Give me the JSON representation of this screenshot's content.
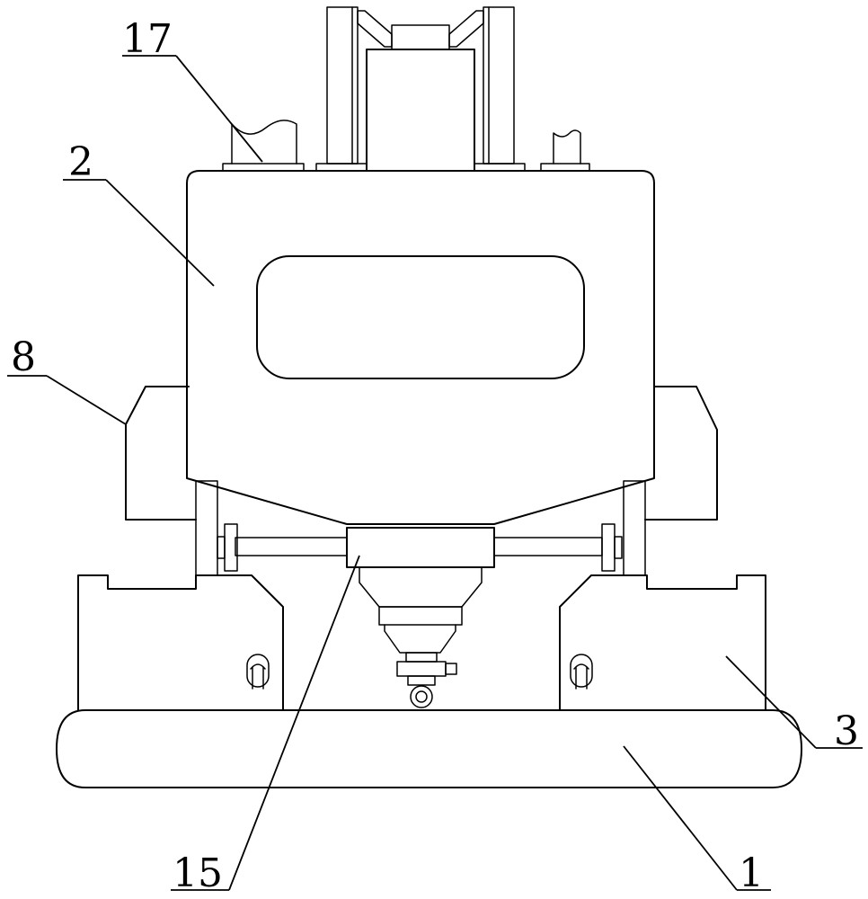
{
  "figure": {
    "callouts": [
      {
        "key": "c17",
        "label": "17"
      },
      {
        "key": "c2",
        "label": "2"
      },
      {
        "key": "c8",
        "label": "8"
      },
      {
        "key": "c3",
        "label": "3"
      },
      {
        "key": "c15",
        "label": "15"
      },
      {
        "key": "c1",
        "label": "1"
      }
    ]
  }
}
